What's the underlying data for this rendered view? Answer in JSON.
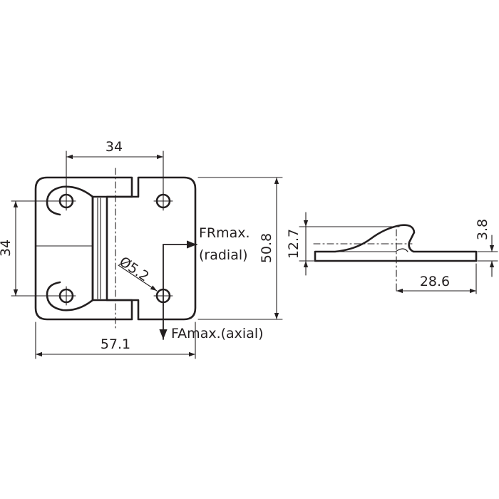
{
  "drawing": {
    "front_view": {
      "width_dimension": "57.1",
      "hole_spacing_horizontal": "34",
      "hole_spacing_vertical": "34",
      "height_dimension": "50.8",
      "hole_diameter": "Ø5.2",
      "radial_force_label": "FRmax.",
      "radial_force_sublabel": "(radial)",
      "axial_force_label": "FAmax.(axial)"
    },
    "side_view": {
      "total_height": "12.7",
      "leaf_thickness": "3.8",
      "knuckle_offset": "28.6"
    }
  }
}
